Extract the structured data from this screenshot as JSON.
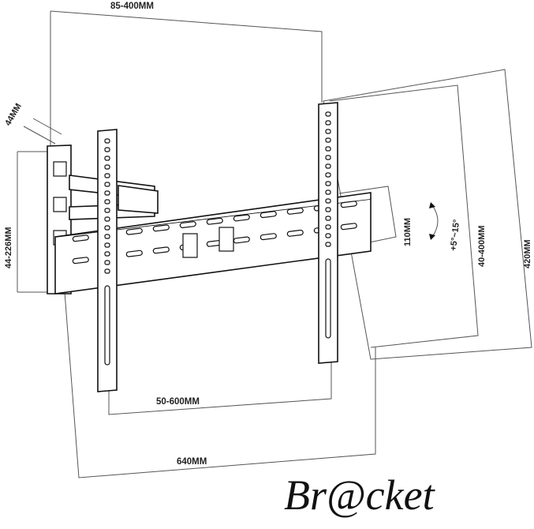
{
  "labels": {
    "top_width": "85-400MM",
    "depth_44": "44MM",
    "side_height": "44-226MM",
    "plate_height": "110MM",
    "tilt": "+5°~15°",
    "vertical_spacing": "40-400MM",
    "rail_length": "420MM",
    "horizontal_spacing": "50-600MM",
    "plate_width": "640MM"
  },
  "brand": {
    "text": "Br@cket"
  },
  "colors": {
    "line": "#111111",
    "thin_line": "#555555",
    "background": "#ffffff"
  }
}
